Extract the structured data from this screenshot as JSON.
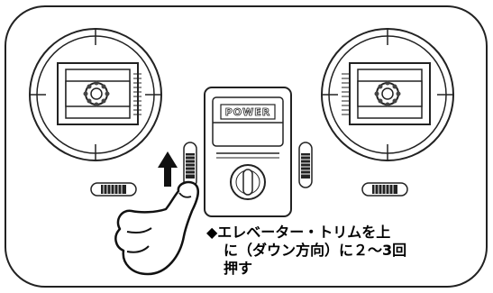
{
  "diagram": {
    "power_label": "POWER",
    "caption_lines": [
      "◆エレベーター・トリムを上",
      "に（ダウン方向）に２～3回",
      "押す"
    ]
  }
}
